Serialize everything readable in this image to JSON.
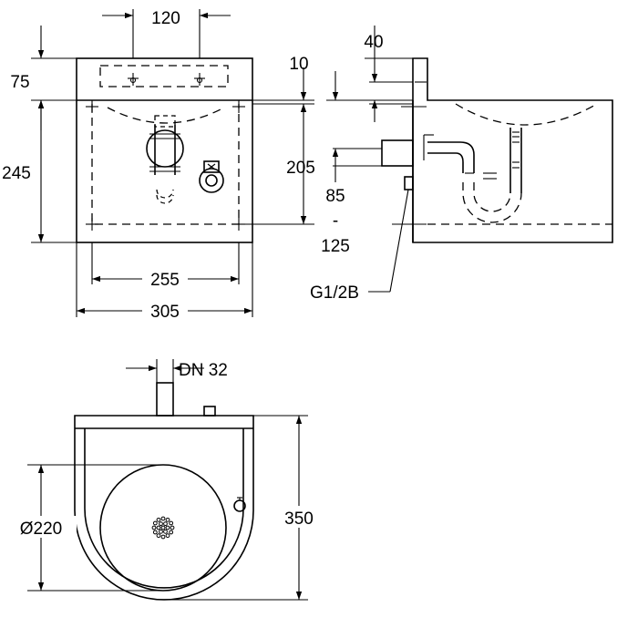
{
  "drawing": {
    "top_view": {
      "dim_top_width": "120",
      "dim_top_height": "75",
      "dim_rim": "10",
      "dim_height": "245",
      "dim_inner_height": "205",
      "dim_inner_width": "255",
      "dim_width": "305"
    },
    "side_view": {
      "dim_wall_plate": "40",
      "dim_inlet_min": "85",
      "dim_inlet_sep": "-",
      "dim_inlet_max": "125",
      "thread_label": "G1/2B"
    },
    "plan_view": {
      "dim_waste": "DN 32",
      "dim_bowl_diameter": "Ø220",
      "dim_depth": "350"
    }
  }
}
